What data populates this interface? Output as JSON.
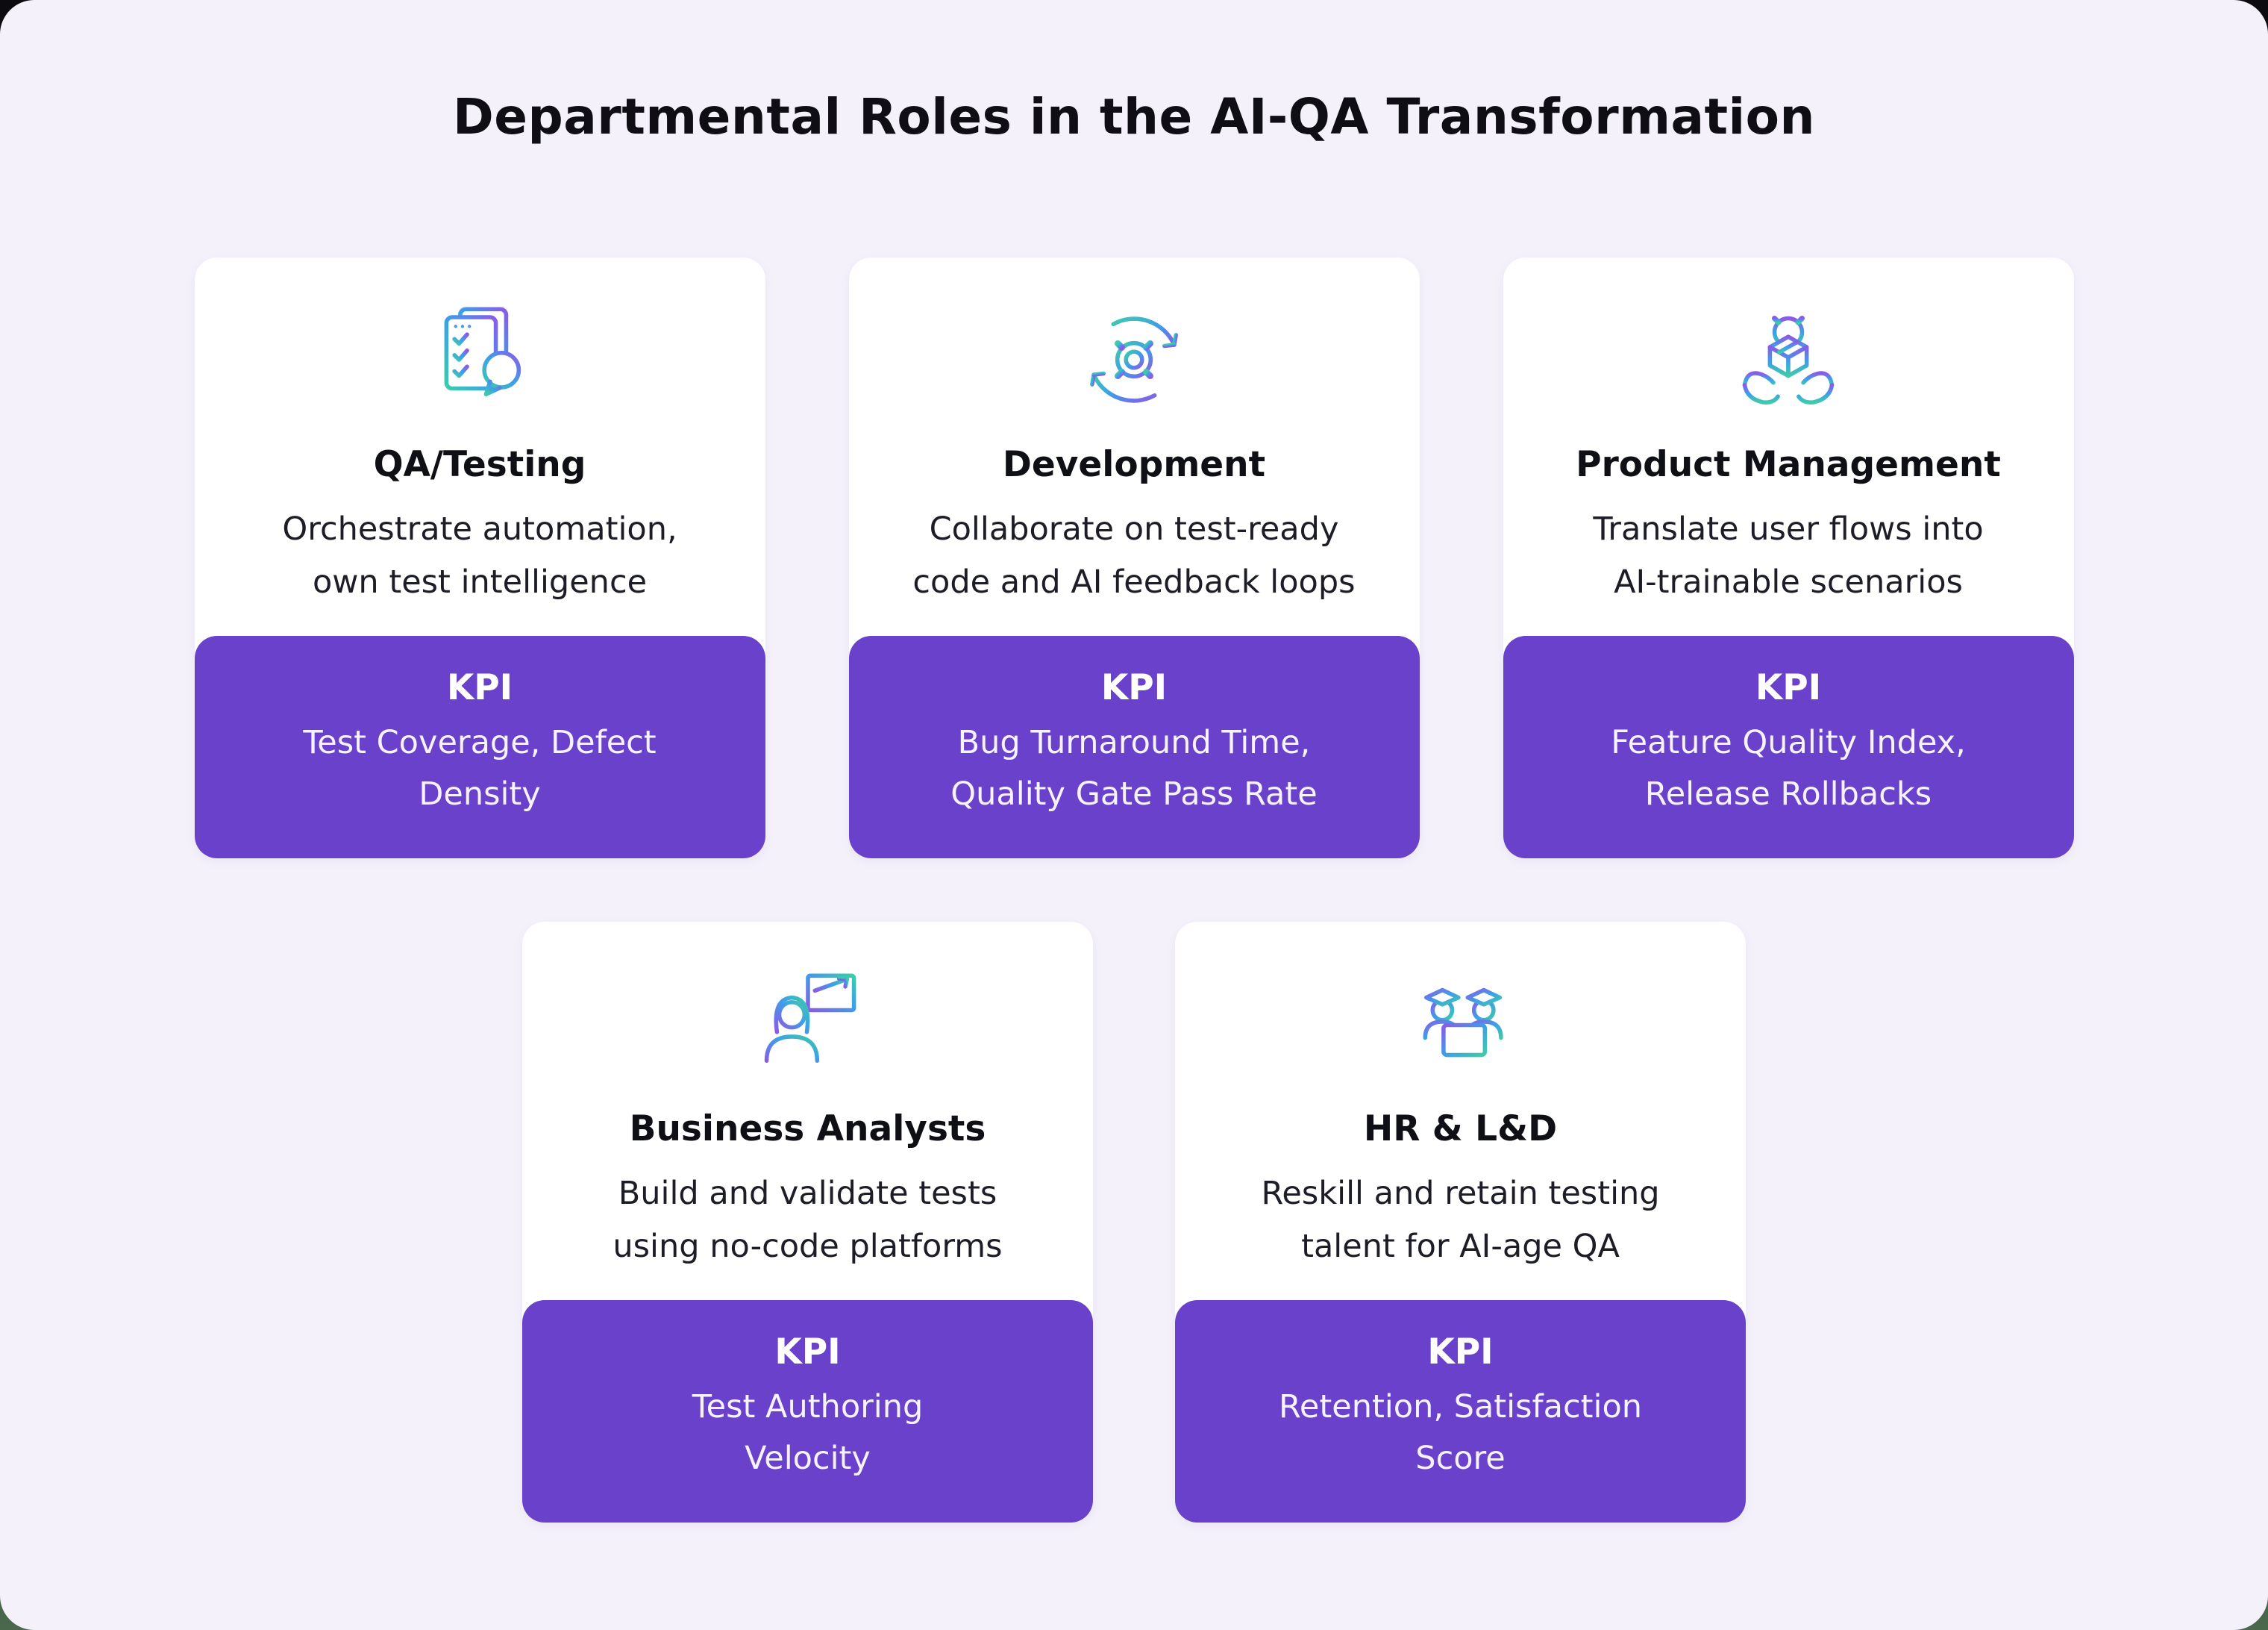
{
  "page": {
    "title": "Departmental Roles in the AI-QA Transformation"
  },
  "colors": {
    "canvas_bg": "#f4f1fb",
    "card_bg": "#ffffff",
    "kpi_bg": "#6941CA",
    "kpi_text": "#ffffff",
    "heading_text": "#0f0f16",
    "body_text": "#1d1d27",
    "icon_gradient": [
      "#3ECBAA",
      "#3D9FE8",
      "#8A5CE6"
    ]
  },
  "cards": [
    {
      "icon": "checklist-speech-icon",
      "title": "QA/Testing",
      "description": "Orchestrate automation,\nown test intelligence",
      "kpi_label": "KPI",
      "kpi_value": "Test Coverage, Defect\nDensity"
    },
    {
      "icon": "gear-cycle-icon",
      "title": "Development",
      "description": "Collaborate on test-ready\ncode and AI feedback loops",
      "kpi_label": "KPI",
      "kpi_value": "Bug Turnaround Time,\nQuality Gate Pass Rate"
    },
    {
      "icon": "hands-box-gear-icon",
      "title": "Product Management",
      "description": "Translate user flows into\nAI-trainable scenarios",
      "kpi_label": "KPI",
      "kpi_value": "Feature Quality Index,\nRelease Rollbacks"
    },
    {
      "icon": "analyst-presentation-icon",
      "title": "Business Analysts",
      "description": "Build and validate tests\nusing no-code platforms",
      "kpi_label": "KPI",
      "kpi_value": "Test Authoring\nVelocity"
    },
    {
      "icon": "graduates-monitor-icon",
      "title": "HR & L&D",
      "description": "Reskill and retain testing\ntalent for AI-age QA",
      "kpi_label": "KPI",
      "kpi_value": "Retention, Satisfaction\nScore"
    }
  ]
}
